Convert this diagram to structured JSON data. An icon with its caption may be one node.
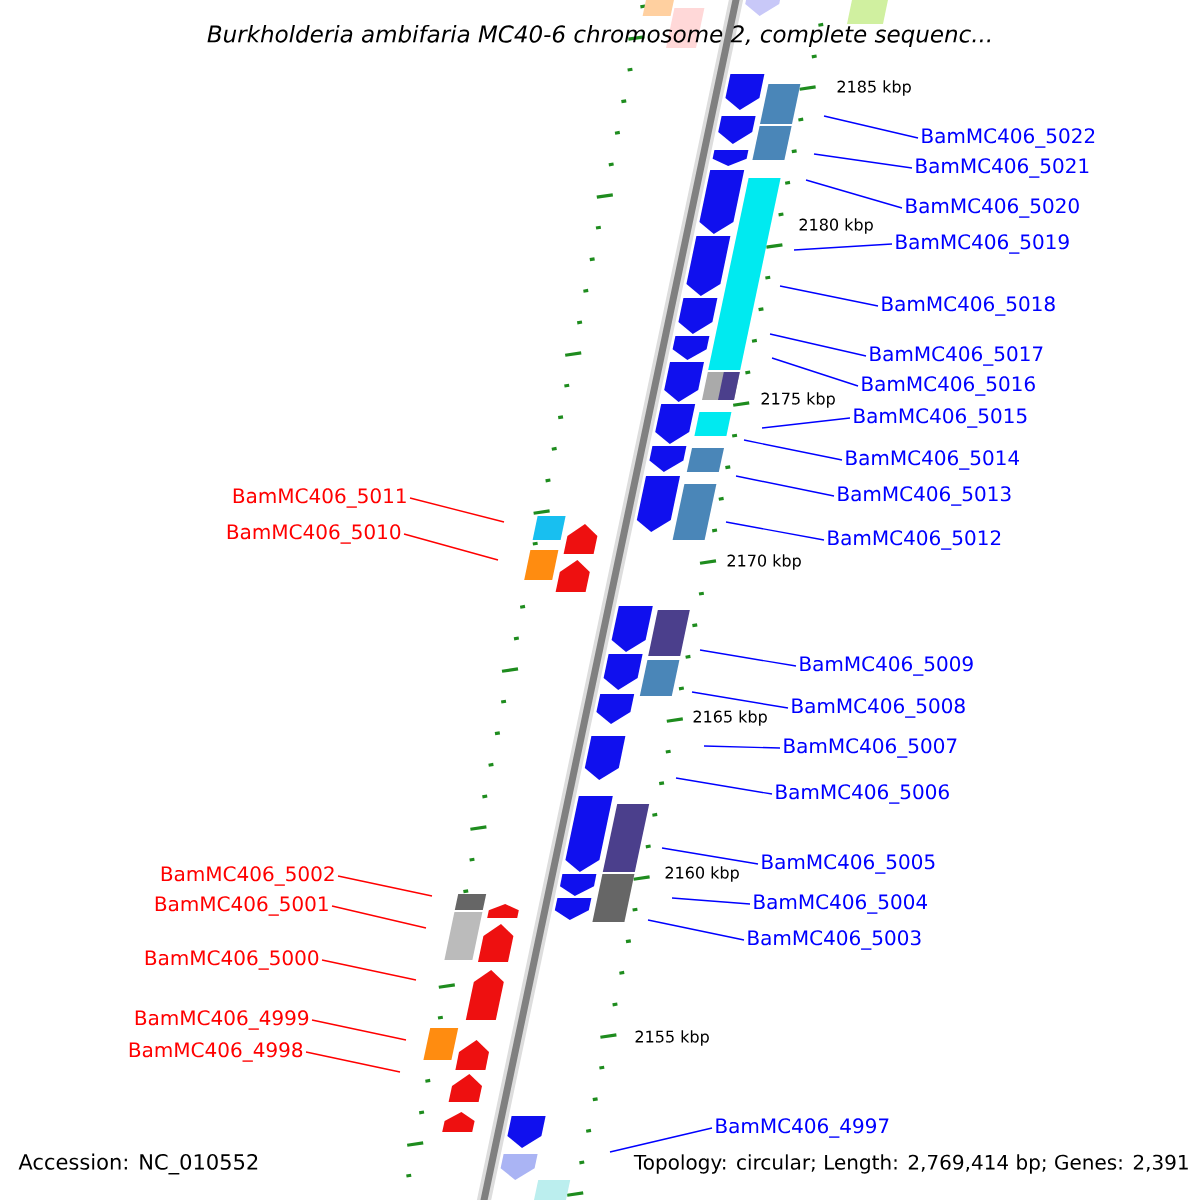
{
  "diagram": {
    "title": "Burkholderia ambifaria MC40-6 chromosome 2, complete sequenc...",
    "nodes": [
      {
        "text": [
          "BamMC406_5022"
        ]
      },
      {
        "text": [
          "BamMC406_5021"
        ]
      },
      {
        "text": [
          "BamMC406_5020"
        ]
      },
      {
        "text": [
          "BamMC406_5019"
        ]
      },
      {
        "text": [
          "BamMC406_5018"
        ]
      },
      {
        "text": [
          "BamMC406_5017"
        ]
      },
      {
        "text": [
          "BamMC406_5016"
        ]
      },
      {
        "text": [
          "BamMC406_5015"
        ]
      },
      {
        "text": [
          "BamMC406_5014"
        ]
      },
      {
        "text": [
          "BamMC406_5013"
        ]
      },
      {
        "text": [
          "BamMC406_5012"
        ]
      },
      {
        "text": [
          "BamMC406_5009"
        ]
      },
      {
        "text": [
          "BamMC406_5008"
        ]
      },
      {
        "text": [
          "BamMC406_5007"
        ]
      },
      {
        "text": [
          "BamMC406_5006"
        ]
      },
      {
        "text": [
          "BamMC406_5005"
        ]
      },
      {
        "text": [
          "BamMC406_5004"
        ]
      },
      {
        "text": [
          "BamMC406_5003"
        ]
      },
      {
        "text": [
          "BamMC406_4997"
        ]
      },
      {
        "text": [
          "BamMC406_5011"
        ]
      },
      {
        "text": [
          "BamMC406_5010"
        ]
      },
      {
        "text": [
          "BamMC406_5002"
        ]
      },
      {
        "text": [
          "BamMC406_5001"
        ]
      },
      {
        "text": [
          "BamMC406_5000"
        ]
      },
      {
        "text": [
          "BamMC406_4999"
        ]
      },
      {
        "text": [
          "BamMC406_4998"
        ]
      }
    ],
    "edges": [
      {
        "from": 0,
        "to": null,
        "arrow": "none"
      },
      {
        "from": 1,
        "to": null,
        "arrow": "none"
      },
      {
        "from": 2,
        "to": null,
        "arrow": "none"
      },
      {
        "from": 3,
        "to": null,
        "arrow": "none"
      },
      {
        "from": 4,
        "to": null,
        "arrow": "none"
      },
      {
        "from": 5,
        "to": null,
        "arrow": "none"
      },
      {
        "from": 6,
        "to": null,
        "arrow": "none"
      },
      {
        "from": 7,
        "to": null,
        "arrow": "none"
      },
      {
        "from": 8,
        "to": null,
        "arrow": "none"
      },
      {
        "from": 9,
        "to": null,
        "arrow": "none"
      },
      {
        "from": 10,
        "to": null,
        "arrow": "none"
      },
      {
        "from": 11,
        "to": null,
        "arrow": "none"
      },
      {
        "from": 12,
        "to": null,
        "arrow": "none"
      },
      {
        "from": 13,
        "to": null,
        "arrow": "none"
      },
      {
        "from": 14,
        "to": null,
        "arrow": "none"
      },
      {
        "from": 15,
        "to": null,
        "arrow": "none"
      },
      {
        "from": 16,
        "to": null,
        "arrow": "none"
      },
      {
        "from": 17,
        "to": null,
        "arrow": "none"
      },
      {
        "from": 18,
        "to": null,
        "arrow": "none"
      },
      {
        "from": 19,
        "to": null,
        "arrow": "none",
        "color": "#ff0000"
      },
      {
        "from": 20,
        "to": null,
        "arrow": "none",
        "color": "#ff0000"
      },
      {
        "from": 21,
        "to": null,
        "arrow": "none",
        "color": "#ff0000"
      },
      {
        "from": 22,
        "to": null,
        "arrow": "none",
        "color": "#ff0000"
      },
      {
        "from": 23,
        "to": null,
        "arrow": "none",
        "color": "#ff0000"
      },
      {
        "from": 24,
        "to": null,
        "arrow": "none",
        "color": "#ff0000"
      },
      {
        "from": 25,
        "to": null,
        "arrow": "none",
        "color": "#ff0000"
      }
    ],
    "labels": [
      "2185 kbp",
      "2180 kbp",
      "2175 kbp",
      "2170 kbp",
      "2165 kbp",
      "2160 kbp",
      "2155 kbp",
      "Accession: NC_010552",
      "Topology: circular; Length: 2,769,414 bp; Genes: 2,391"
    ]
  }
}
